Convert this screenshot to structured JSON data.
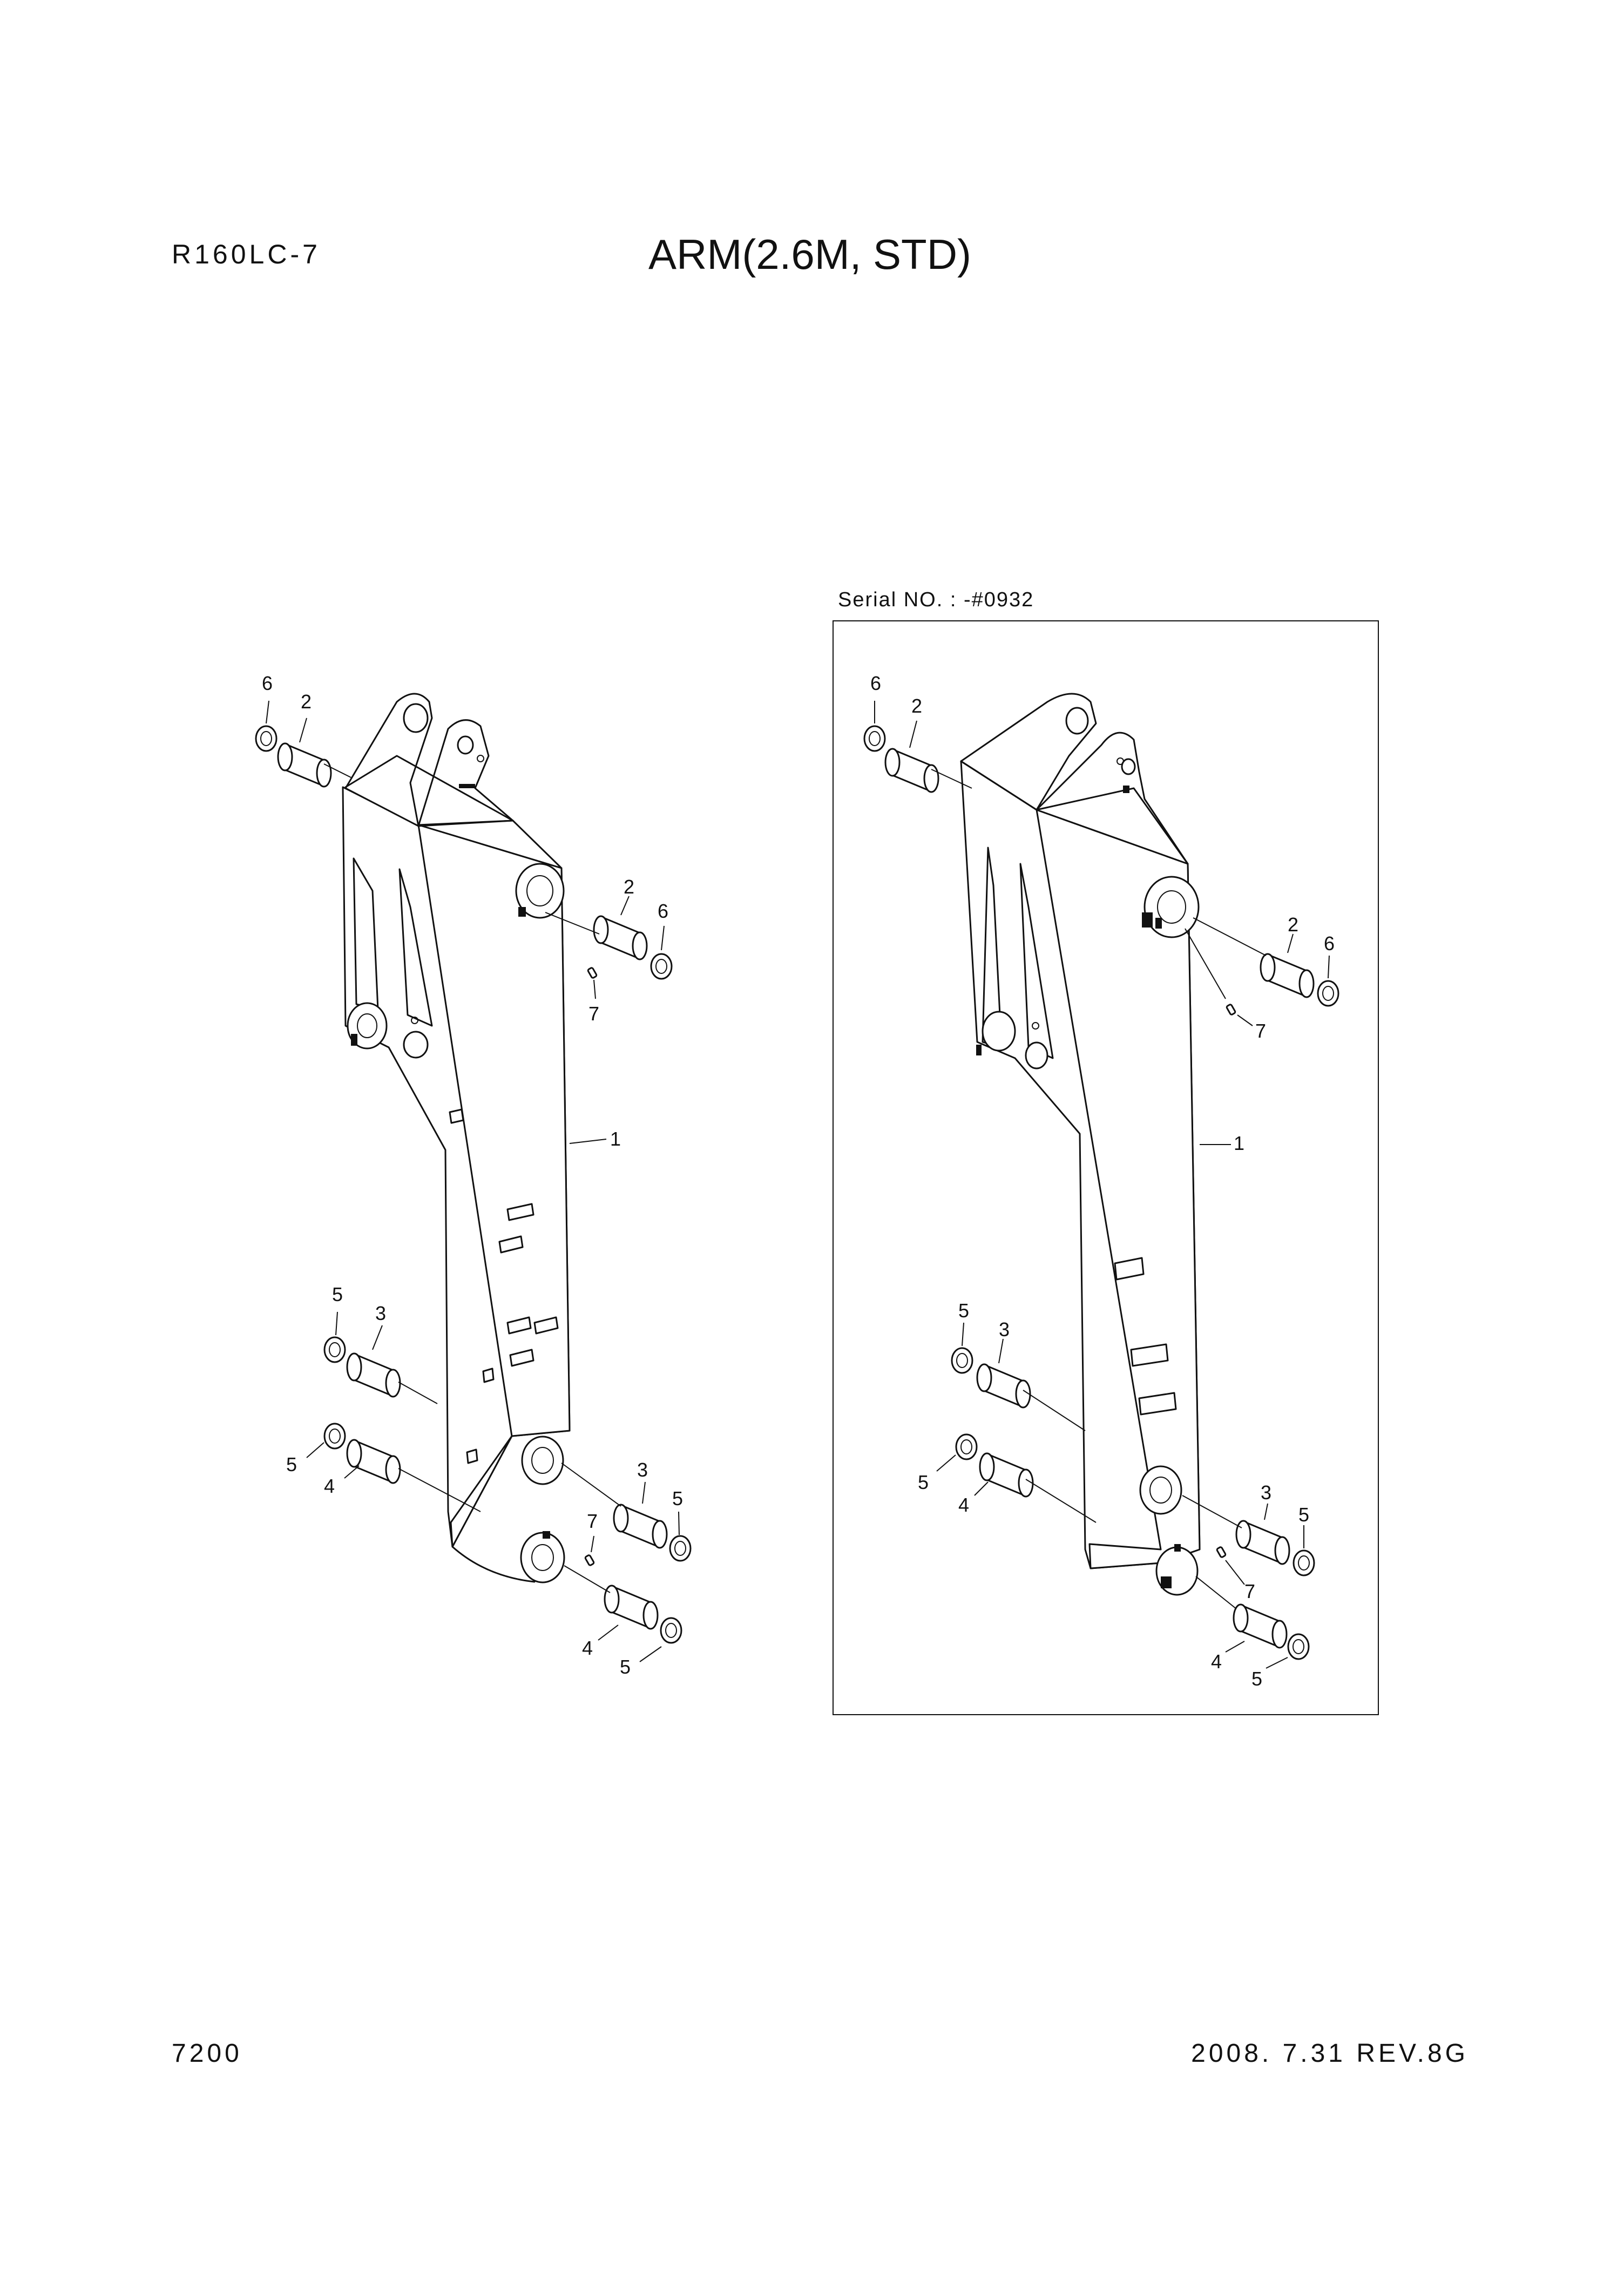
{
  "header": {
    "model": "R160LC-7",
    "title": "ARM(2.6M, STD)"
  },
  "variant_panel": {
    "serial_label": "Serial NO. : -#0932"
  },
  "left_view": {
    "callouts": [
      "6",
      "2",
      "2",
      "6",
      "7",
      "1",
      "5",
      "3",
      "5",
      "4",
      "7",
      "3",
      "5",
      "4",
      "5"
    ]
  },
  "right_view": {
    "callouts": [
      "6",
      "2",
      "2",
      "6",
      "7",
      "1",
      "5",
      "3",
      "5",
      "4",
      "3",
      "5",
      "7",
      "4",
      "5"
    ]
  },
  "footer": {
    "page_number": "7200",
    "revision": "2008. 7.31  REV.8G"
  }
}
